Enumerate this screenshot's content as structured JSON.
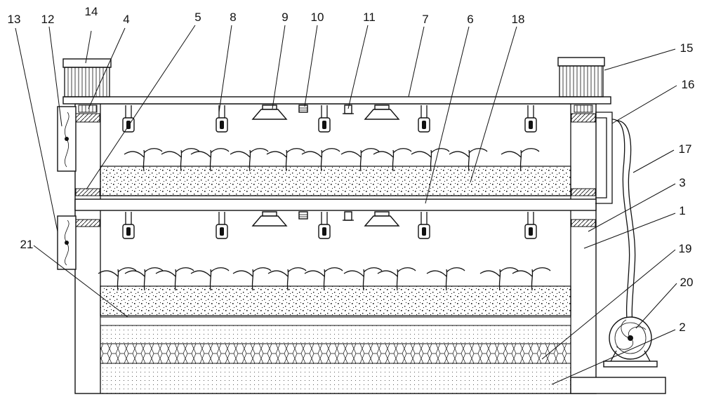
{
  "labels": [
    {
      "id": "l14",
      "text": "14"
    },
    {
      "id": "l13",
      "text": "13"
    },
    {
      "id": "l12",
      "text": "12"
    },
    {
      "id": "l4",
      "text": "4"
    },
    {
      "id": "l5",
      "text": "5"
    },
    {
      "id": "l8",
      "text": "8"
    },
    {
      "id": "l9",
      "text": "9"
    },
    {
      "id": "l10",
      "text": "10"
    },
    {
      "id": "l11",
      "text": "11"
    },
    {
      "id": "l7",
      "text": "7"
    },
    {
      "id": "l6",
      "text": "6"
    },
    {
      "id": "l18",
      "text": "18"
    },
    {
      "id": "l15",
      "text": "15"
    },
    {
      "id": "l16",
      "text": "16"
    },
    {
      "id": "l17",
      "text": "17"
    },
    {
      "id": "l3",
      "text": "3"
    },
    {
      "id": "l1",
      "text": "1"
    },
    {
      "id": "l21",
      "text": "21"
    },
    {
      "id": "l19",
      "text": "19"
    },
    {
      "id": "l20",
      "text": "20"
    },
    {
      "id": "l2",
      "text": "2"
    }
  ]
}
